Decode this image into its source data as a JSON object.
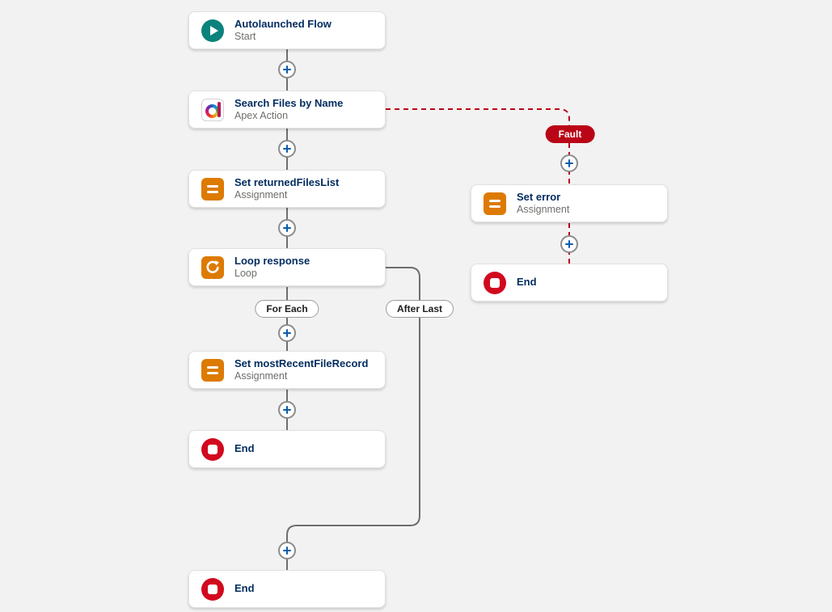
{
  "app": {
    "name": "Flow Builder Canvas"
  },
  "colors": {
    "canvas_bg": "#f3f2f2",
    "start_teal": "#0b827c",
    "assignment_orange": "#dd7a01",
    "end_red": "#d2091e",
    "fault_red": "#ba0517",
    "plus_blue": "#0b5cab",
    "connector_gray": "#6e6e6e",
    "title_navy": "#032d60"
  },
  "nodes": [
    {
      "id": "start",
      "title": "Autolaunched Flow",
      "subtitle": "Start",
      "icon": "play-icon"
    },
    {
      "id": "search-files",
      "title": "Search Files by Name",
      "subtitle": "Apex Action",
      "icon": "apex-icon"
    },
    {
      "id": "set-returned",
      "title": "Set returnedFilesList",
      "subtitle": "Assignment",
      "icon": "assignment-icon"
    },
    {
      "id": "loop-response",
      "title": "Loop response",
      "subtitle": "Loop",
      "icon": "loop-icon"
    },
    {
      "id": "set-most-recent",
      "title": "Set mostRecentFileRecord",
      "subtitle": "Assignment",
      "icon": "assignment-icon"
    },
    {
      "id": "end-for-each",
      "title": "End",
      "subtitle": "",
      "icon": "end-icon"
    },
    {
      "id": "end-final",
      "title": "End",
      "subtitle": "",
      "icon": "end-icon"
    },
    {
      "id": "set-error",
      "title": "Set error",
      "subtitle": "Assignment",
      "icon": "assignment-icon"
    },
    {
      "id": "end-fault",
      "title": "End",
      "subtitle": "",
      "icon": "end-icon"
    }
  ],
  "connectors": {
    "for_each_label": "For Each",
    "after_last_label": "After Last",
    "fault_label": "Fault"
  }
}
